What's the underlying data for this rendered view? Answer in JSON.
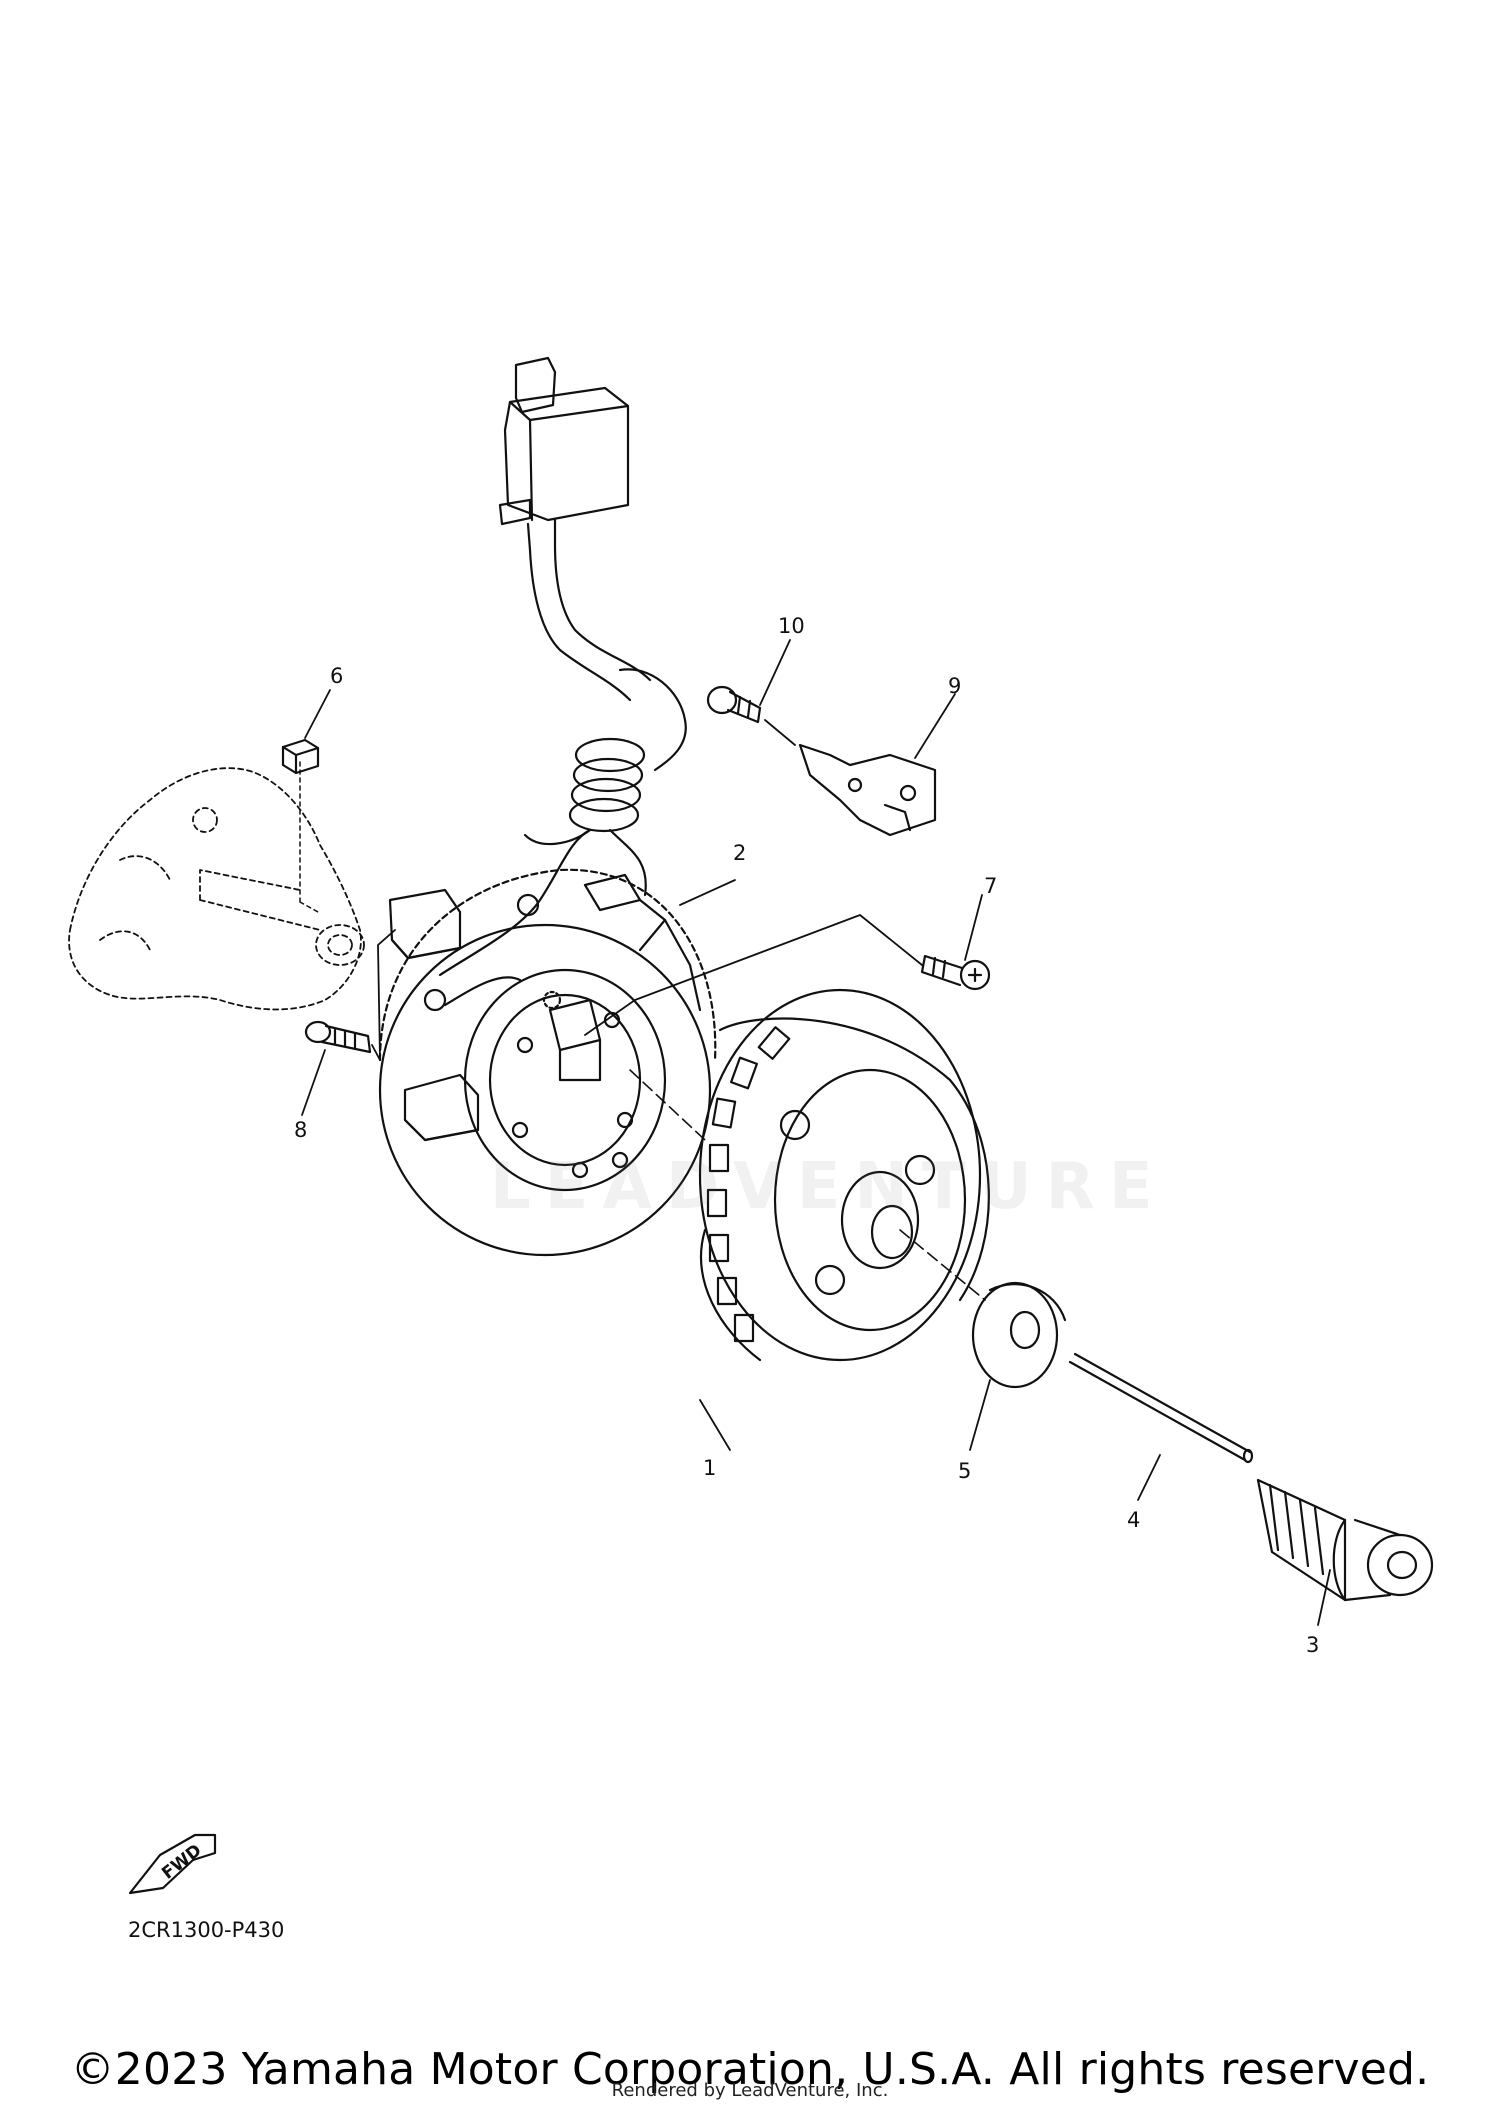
{
  "diagram": {
    "callouts": [
      "1",
      "2",
      "3",
      "4",
      "5",
      "6",
      "7",
      "8",
      "9",
      "10"
    ],
    "fwd_label": "FWD",
    "drawing_code": "2CR1300-P430",
    "watermark": "LEADVENTURE"
  },
  "footer": {
    "copyright": "©2023 Yamaha Motor Corporation, U.S.A. All rights reserved.",
    "rendered_by": "Rendered by LeadVenture, Inc."
  }
}
